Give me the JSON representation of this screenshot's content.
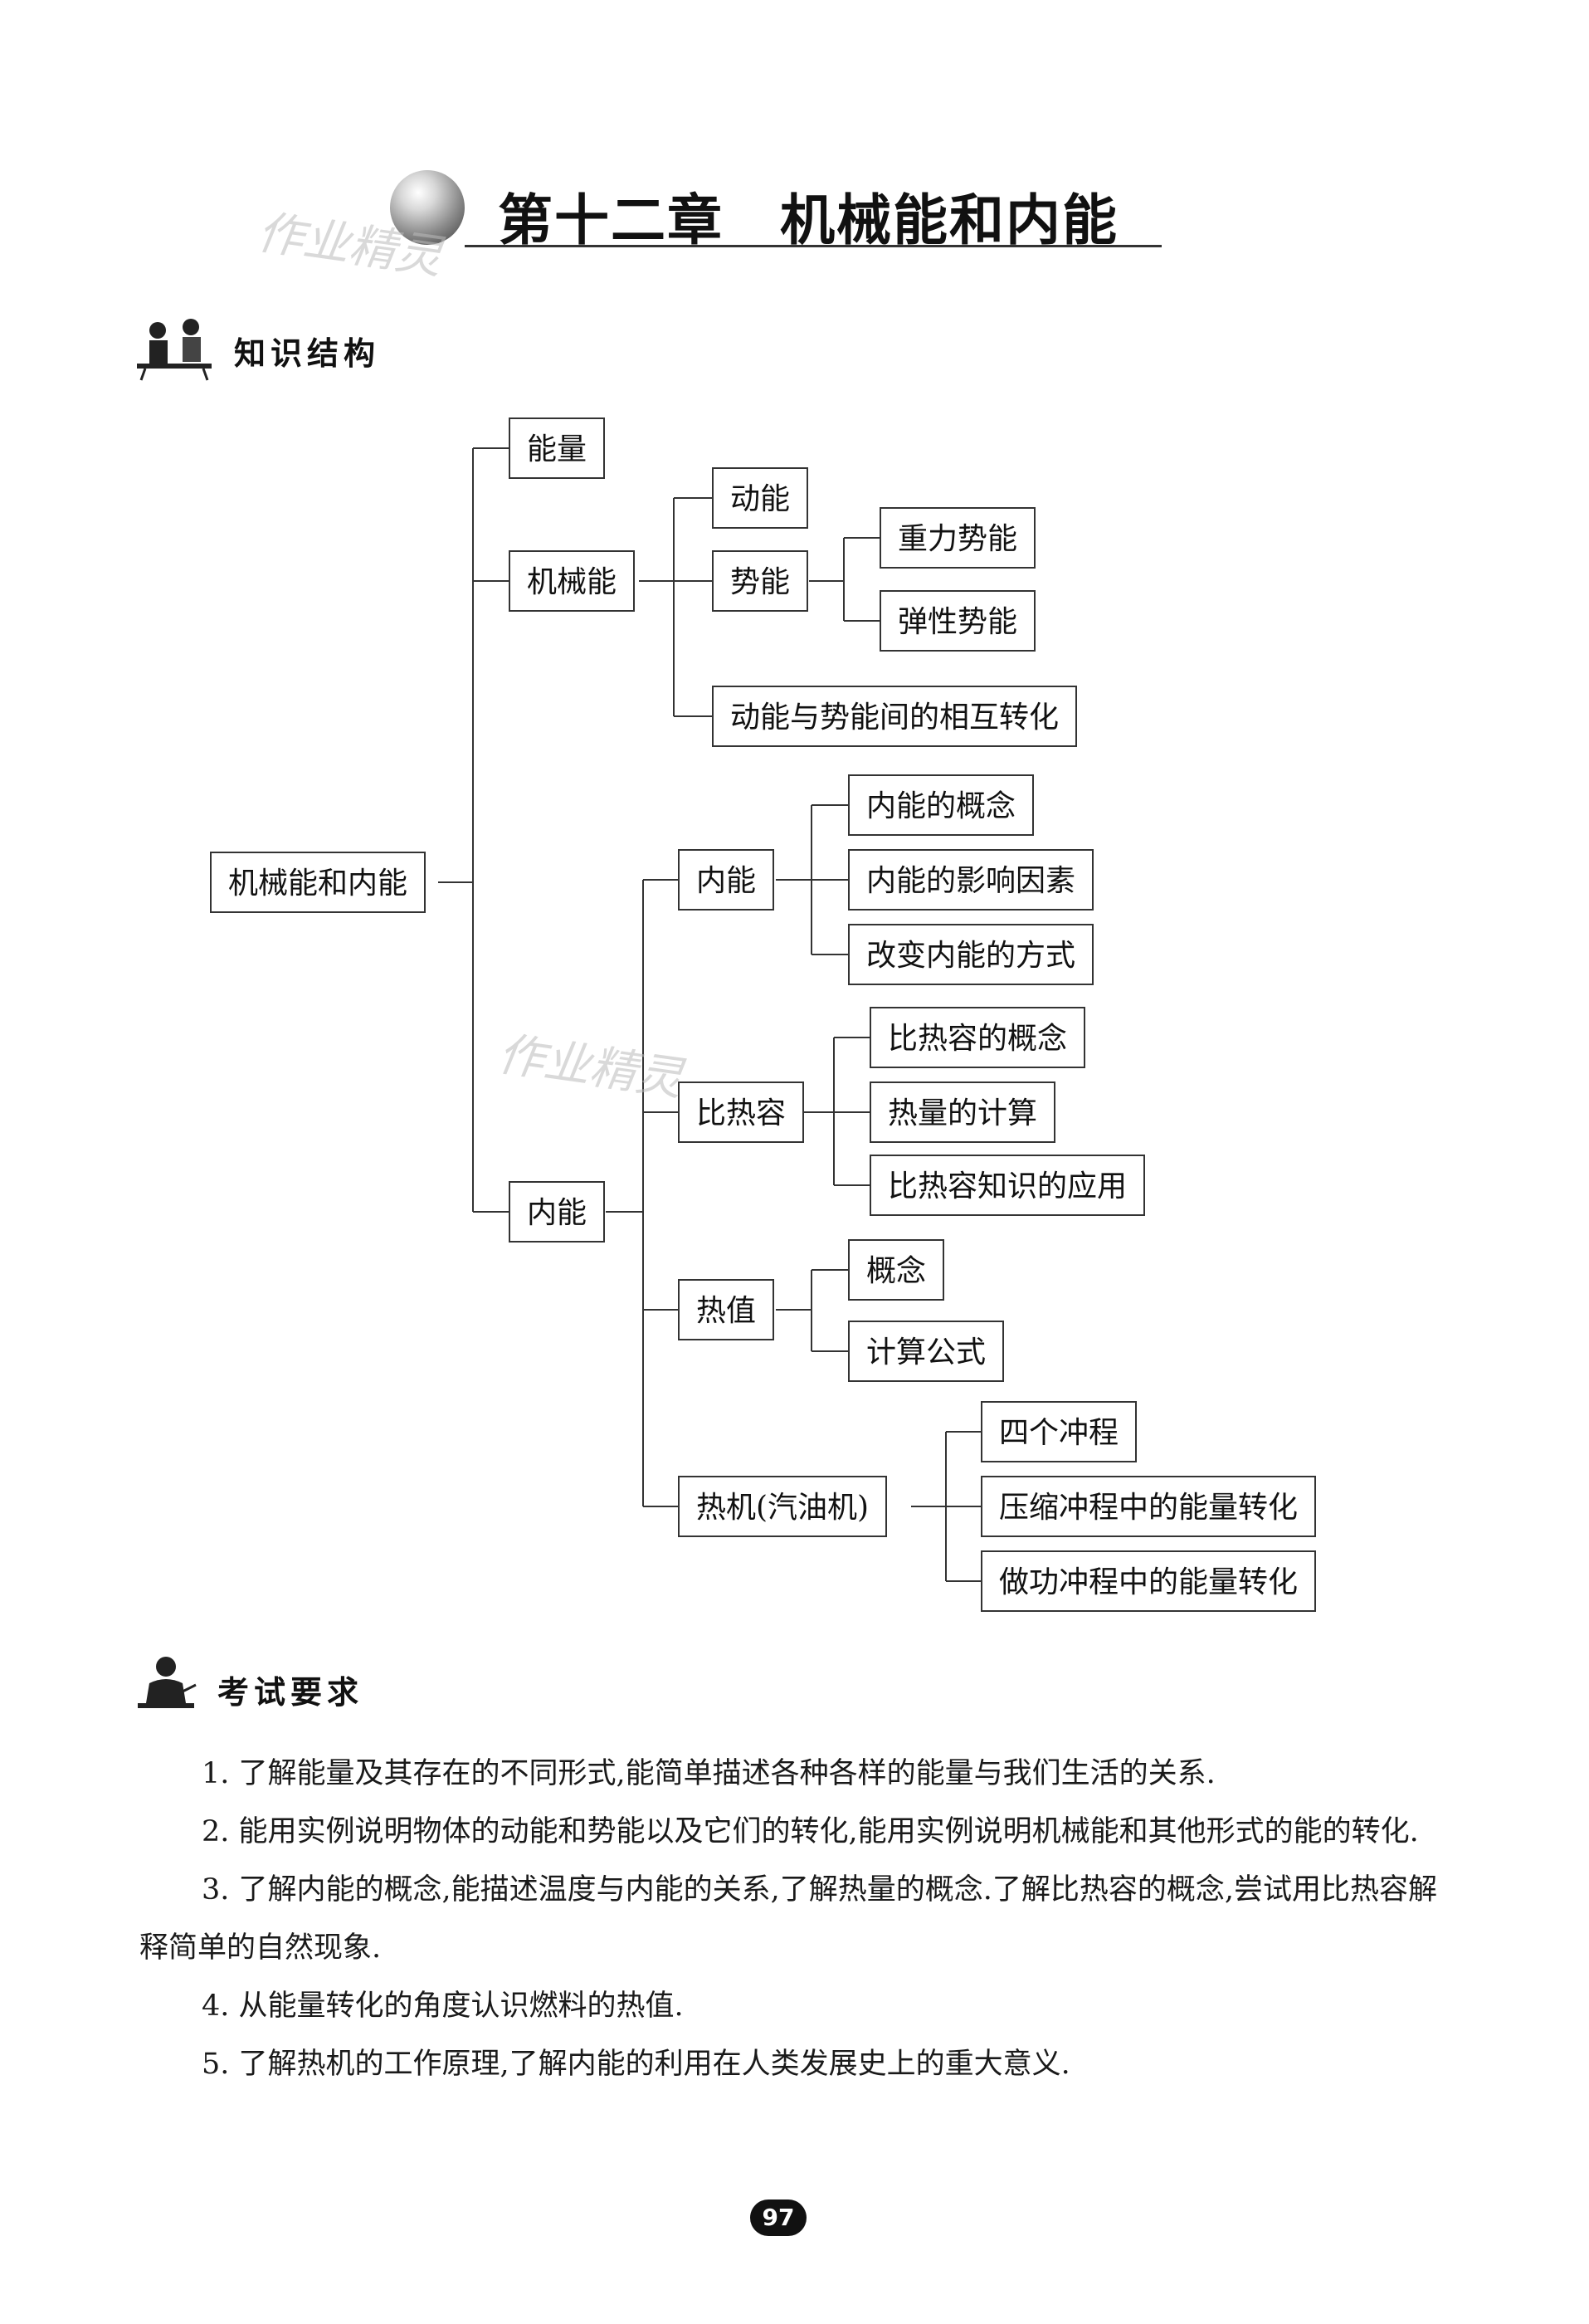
{
  "chapter": {
    "title": "第十二章　机械能和内能"
  },
  "sections": {
    "knowledge_structure": "知识结构",
    "exam_requirements": "考试要求"
  },
  "watermark": "作业精灵",
  "tree": {
    "root": "机械能和内能",
    "energy": "能量",
    "mechanical": "机械能",
    "kinetic": "动能",
    "potential": "势能",
    "gravitational": "重力势能",
    "elastic": "弹性势能",
    "conversion": "动能与势能间的相互转化",
    "internal": "内能",
    "internal_sub": "内能",
    "internal_concept": "内能的概念",
    "internal_factors": "内能的影响因素",
    "internal_change": "改变内能的方式",
    "specific_heat": "比热容",
    "sh_concept": "比热容的概念",
    "heat_calc": "热量的计算",
    "sh_application": "比热容知识的应用",
    "heat_value": "热值",
    "hv_concept": "概念",
    "hv_formula": "计算公式",
    "engine": "热机(汽油机)",
    "four_strokes": "四个冲程",
    "compression": "压缩冲程中的能量转化",
    "power": "做功冲程中的能量转化"
  },
  "requirements": [
    "1. 了解能量及其存在的不同形式,能简单描述各种各样的能量与我们生活的关系.",
    "2. 能用实例说明物体的动能和势能以及它们的转化,能用实例说明机械能和其他形式的能的转化.",
    "3. 了解内能的概念,能描述温度与内能的关系,了解热量的概念.了解比热容的概念,尝试用比热容解释简单的自然现象.",
    "4. 从能量转化的角度认识燃料的热值.",
    "5. 了解热机的工作原理,了解内能的利用在人类发展史上的重大意义."
  ],
  "page_number": "97"
}
